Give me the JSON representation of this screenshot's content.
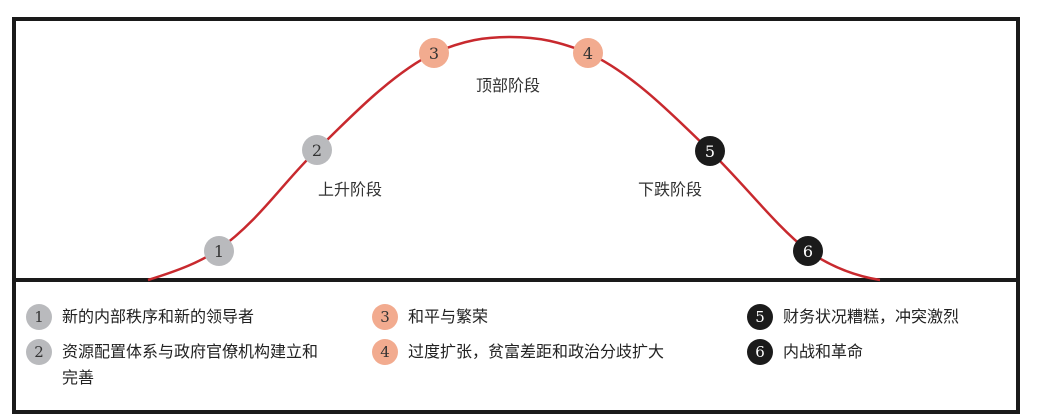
{
  "phases": {
    "rise": "上升阶段",
    "top": "顶部阶段",
    "fall": "下跌阶段"
  },
  "markers": [
    "1",
    "2",
    "3",
    "4",
    "5",
    "6"
  ],
  "colors": {
    "curve": "#c8292e",
    "stage_rise": "#b9babd",
    "stage_top": "#f2ab8f",
    "stage_fall": "#1b1b1b"
  },
  "legend": [
    {
      "num": "1",
      "text": "新的内部秩序和新的领导者"
    },
    {
      "num": "2",
      "text": "资源配置体系与政府官僚机构建立和完善"
    },
    {
      "num": "3",
      "text": "和平与繁荣"
    },
    {
      "num": "4",
      "text": "过度扩张，贫富差距和政治分歧扩大"
    },
    {
      "num": "5",
      "text": "财务状况糟糕，冲突激烈"
    },
    {
      "num": "6",
      "text": "内战和革命"
    }
  ]
}
